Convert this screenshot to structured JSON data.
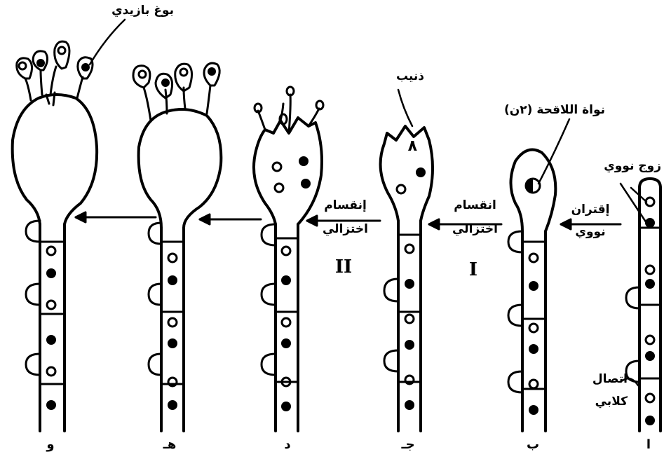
{
  "labels": {
    "basidiospore": "بوغ بازيدي",
    "sterigma": "ذنيب",
    "zygote_nucleus": "نواة اللاقحة (٢ن)",
    "nuclear_pair": "زوج نووي",
    "clamp_connection_line1": "اتصال",
    "clamp_connection_line2": "كلابي",
    "nuclear_fusion_line1": "إقتران",
    "nuclear_fusion_line2": "نووي",
    "meiosis1_line1": "انقسام",
    "meiosis1_line2": "اختزالي",
    "meiosis1_roman": "I",
    "meiosis2_line1": "إنقسام",
    "meiosis2_line2": "اختزالي",
    "meiosis2_roman": "II",
    "inner_cell_number": "٨"
  },
  "stages": [
    "و",
    "هـ",
    "د",
    "جـ",
    "ب",
    "ا"
  ]
}
